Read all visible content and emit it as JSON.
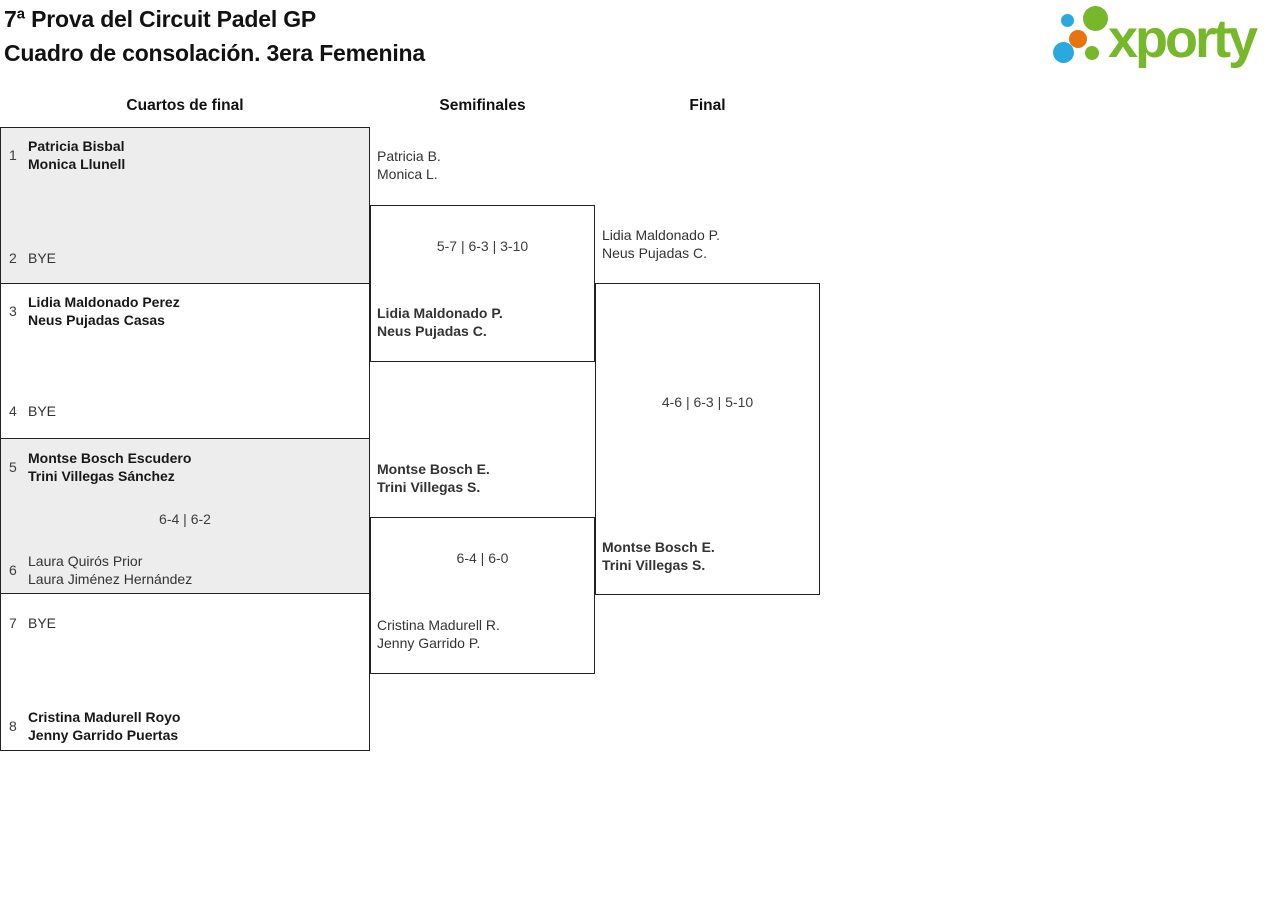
{
  "header": {
    "title_line1": "7ª Prova del Circuit Padel GP",
    "title_line2": "Cuadro de consolación. 3era Femenina"
  },
  "logo": {
    "text": "xporty",
    "green": "#76b82a",
    "blue": "#29a9e0",
    "orange": "#e87411"
  },
  "columns": [
    "Cuartos de final",
    "Semifinales",
    "Final"
  ],
  "colors": {
    "box_fill_gray": "#ededed",
    "box_border": "#222222",
    "text": "#333333"
  },
  "quarterfinals": [
    {
      "seed_top": "1",
      "team_top": [
        "Patricia Bisbal",
        "Monica Llunell"
      ],
      "score": "",
      "seed_bottom": "2",
      "team_bottom": [
        "BYE"
      ],
      "winner": "top"
    },
    {
      "seed_top": "3",
      "team_top": [
        "Lidia Maldonado Perez",
        "Neus Pujadas Casas"
      ],
      "score": "",
      "seed_bottom": "4",
      "team_bottom": [
        "BYE"
      ],
      "winner": "top"
    },
    {
      "seed_top": "5",
      "team_top": [
        "Montse Bosch Escudero",
        "Trini Villegas Sánchez"
      ],
      "score": "6-4 | 6-2",
      "seed_bottom": "6",
      "team_bottom": [
        "Laura Quirós Prior",
        "Laura Jiménez Hernández"
      ],
      "winner": "top"
    },
    {
      "seed_top": "7",
      "team_top": [
        "BYE"
      ],
      "score": "",
      "seed_bottom": "8",
      "team_bottom": [
        "Cristina Madurell Royo",
        "Jenny Garrido Puertas"
      ],
      "winner": "bottom"
    }
  ],
  "semifinals": [
    {
      "team_top": [
        "Patricia B.",
        "Monica L."
      ],
      "score": "5-7 | 6-3 | 3-10",
      "team_bottom": [
        "Lidia Maldonado P.",
        "Neus Pujadas C."
      ],
      "winner": "bottom"
    },
    {
      "team_top": [
        "Montse Bosch E.",
        "Trini Villegas S."
      ],
      "score": "6-4 | 6-0",
      "team_bottom": [
        "Cristina Madurell R.",
        "Jenny Garrido P."
      ],
      "winner": "top"
    }
  ],
  "final": {
    "team_top": [
      "Lidia Maldonado P.",
      "Neus Pujadas C."
    ],
    "score": "4-6 | 6-3 | 5-10",
    "team_bottom": [
      "Montse Bosch E.",
      "Trini Villegas S."
    ],
    "winner": "bottom"
  }
}
